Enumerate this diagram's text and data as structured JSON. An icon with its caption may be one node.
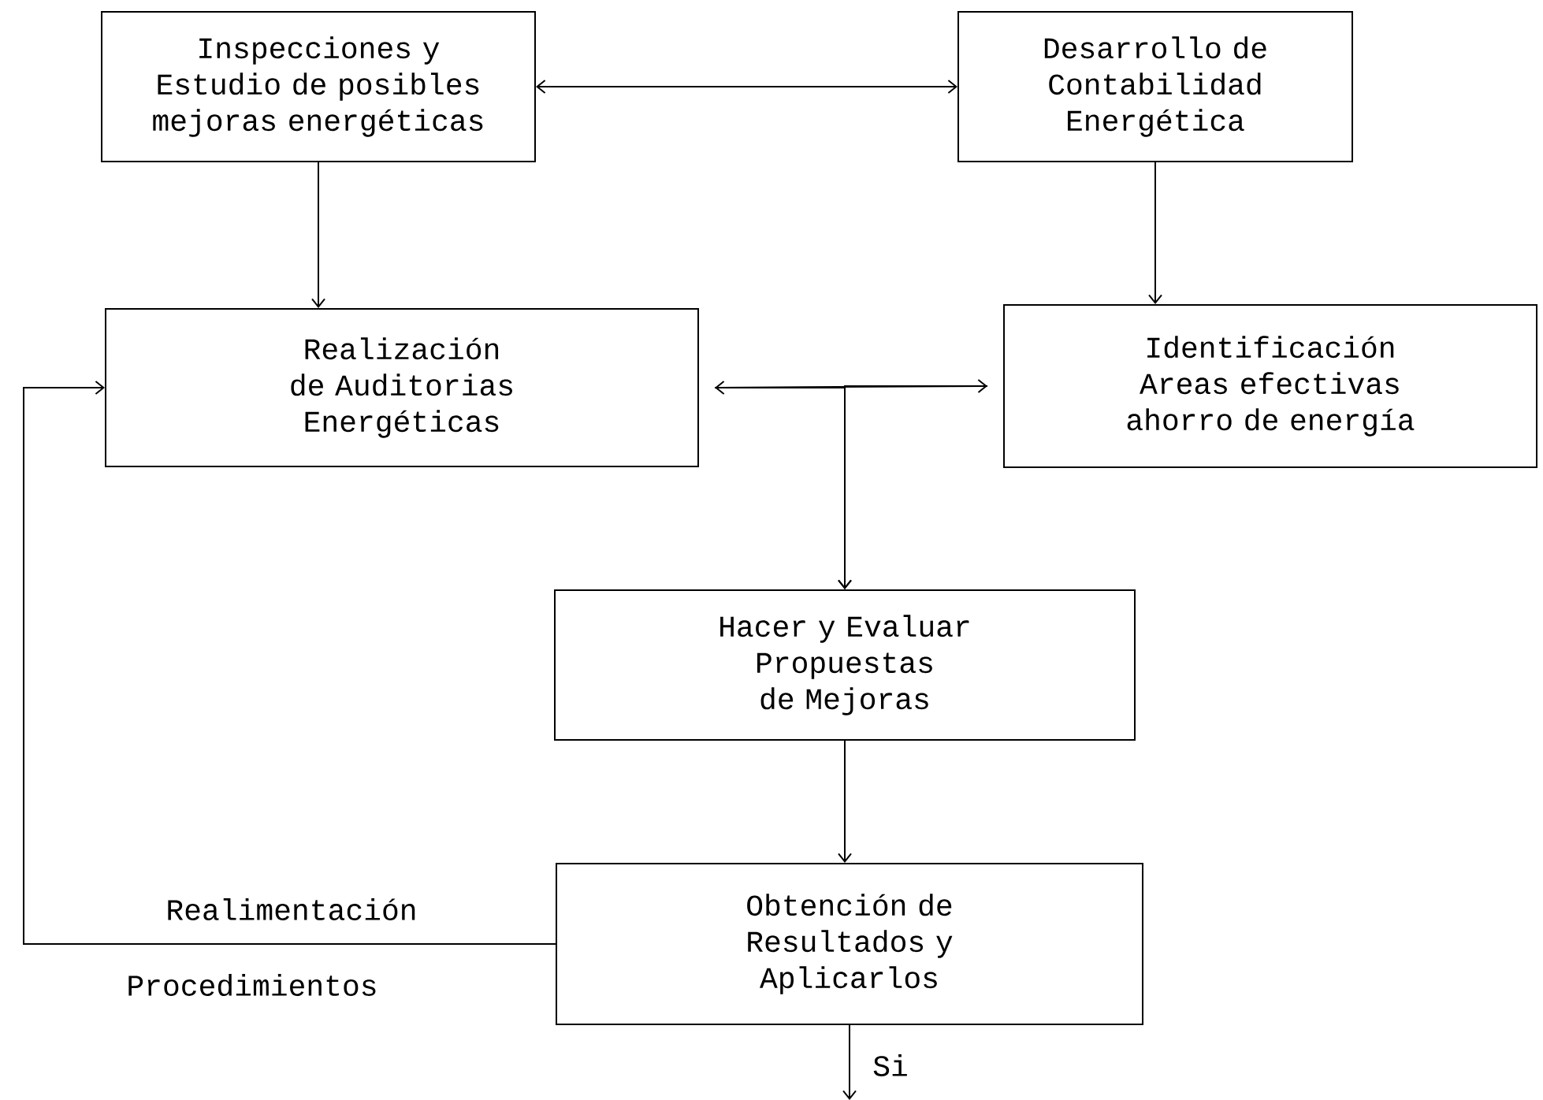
{
  "diagram": {
    "nodes": [
      {
        "text": [
          "Inspecciones y Estudio de posibles mejoras energéticas"
        ]
      },
      {
        "text": [
          "Desarrollo de Contabilidad Energética"
        ]
      },
      {
        "text": [
          "Realización de Auditorias Energéticas"
        ]
      },
      {
        "text": [
          "Identificación Areas efectivas ahorro de energía"
        ]
      },
      {
        "text": [
          "Hacer y Evaluar Propuestas de Mejoras"
        ]
      },
      {
        "text": [
          "Obtención de Resultados y Aplicarlos"
        ]
      }
    ],
    "edges": [
      {
        "from": 0,
        "to": 1,
        "arrow": "both"
      },
      {
        "from": 0,
        "to": 2,
        "arrow": "to"
      },
      {
        "from": 1,
        "to": 3,
        "arrow": "to"
      },
      {
        "from": 2,
        "to": 3,
        "arrow": "both"
      },
      {
        "from": 2,
        "to": 4,
        "arrow": "to"
      },
      {
        "from": 3,
        "to": 4,
        "arrow": "to"
      },
      {
        "from": 4,
        "to": 5,
        "arrow": "to"
      },
      {
        "from": 5,
        "to": 2,
        "arrow": "to",
        "label": "Realimentación"
      },
      {
        "from": 5,
        "to": null,
        "arrow": "to",
        "label": "Si"
      }
    ],
    "labels": [
      "Procedimientos"
    ]
  }
}
